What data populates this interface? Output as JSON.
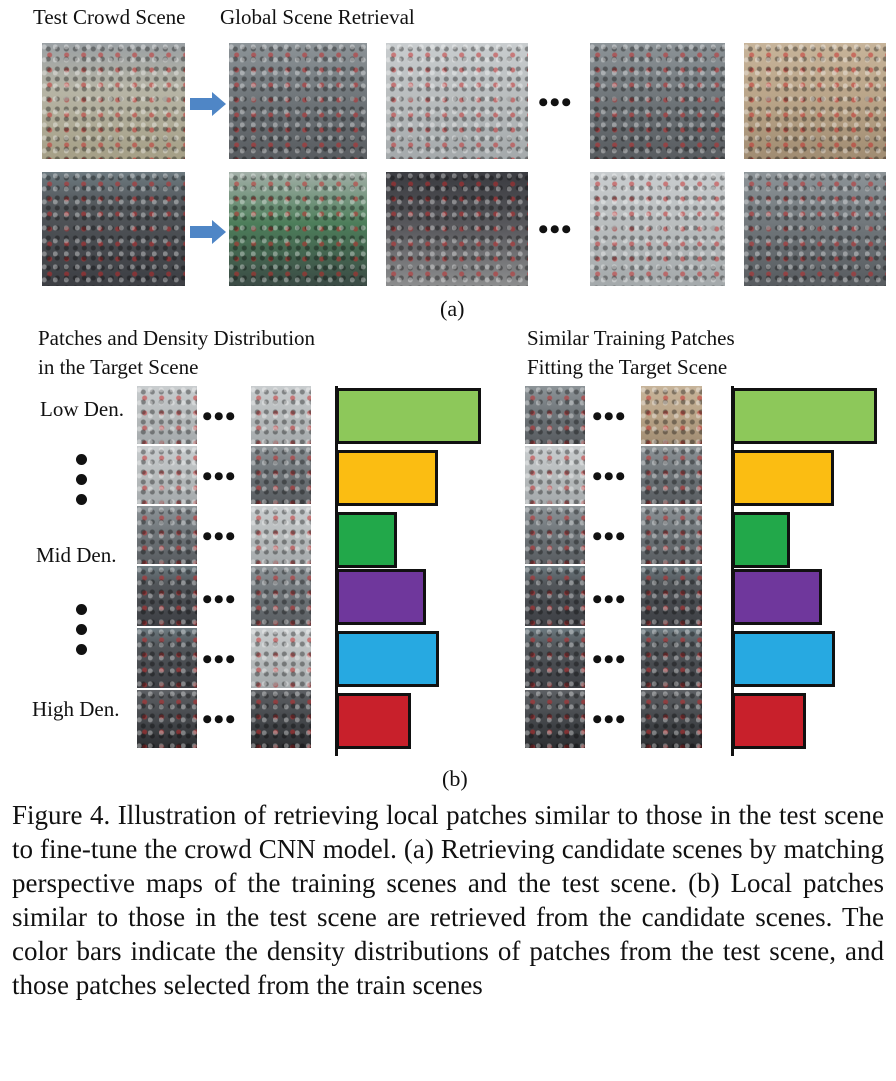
{
  "header": {
    "test_crowd_scene": "Test Crowd Scene",
    "global_scene_retrieval": "Global Scene Retrieval"
  },
  "panel_a": {
    "label": "(a)"
  },
  "panel_b": {
    "label": "(b)",
    "left_title_line1": "Patches and Density Distribution",
    "left_title_line2": "in the Target Scene",
    "right_title_line1": "Similar Training Patches",
    "right_title_line2": "Fitting the Target Scene",
    "row_labels": {
      "low": "Low Den.",
      "mid": "Mid Den.",
      "high": "High Den."
    }
  },
  "ellipsis": "•••",
  "bar_colors": [
    "#8dc85a",
    "#fbbd12",
    "#22a84a",
    "#6f379c",
    "#27a9e1",
    "#c8202b"
  ],
  "chart_data": [
    {
      "type": "bar",
      "orientation": "horizontal",
      "title": "",
      "categories": [
        "",
        "",
        "",
        "",
        "",
        ""
      ],
      "values": [
        1.0,
        0.7,
        0.42,
        0.62,
        0.71,
        0.52
      ],
      "colors": [
        "#8dc85a",
        "#fbbd12",
        "#22a84a",
        "#6f379c",
        "#27a9e1",
        "#c8202b"
      ]
    },
    {
      "type": "bar",
      "orientation": "horizontal",
      "title": "",
      "categories": [
        "",
        "",
        "",
        "",
        "",
        ""
      ],
      "values": [
        1.0,
        0.7,
        0.4,
        0.62,
        0.71,
        0.51
      ],
      "colors": [
        "#8dc85a",
        "#fbbd12",
        "#22a84a",
        "#6f379c",
        "#27a9e1",
        "#c8202b"
      ]
    }
  ],
  "caption": "Figure 4. Illustration of retrieving local patches similar to those in the test scene to fine-tune the crowd CNN model. (a) Retrieving candidate scenes by matching perspective maps of the training scenes and the test scene. (b) Local patches similar to those in the test scene are retrieved from the candidate scenes. The color bars indicate the density distributions of patches from the test scene, and those patches selected from the train scenes"
}
